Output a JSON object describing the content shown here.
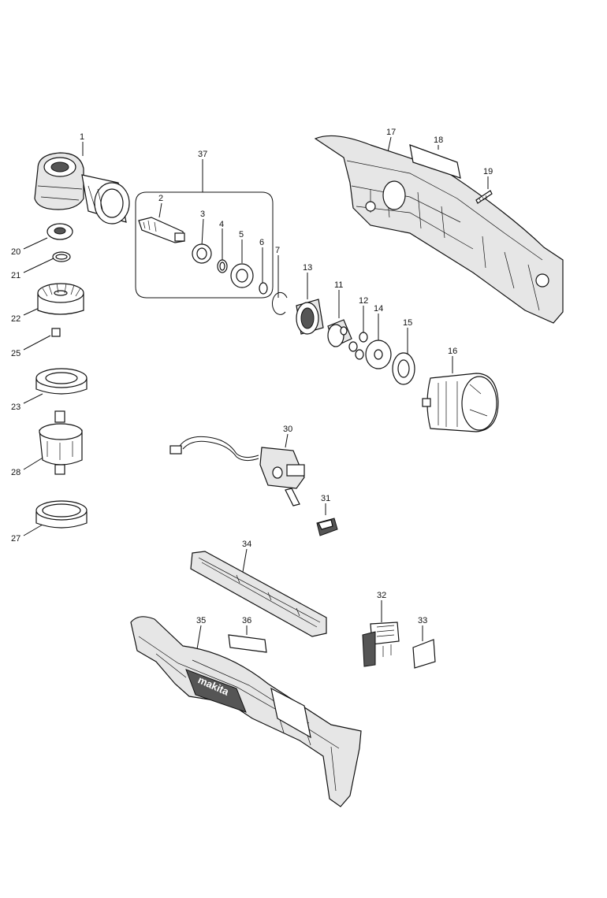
{
  "brand": "makita",
  "parts": [
    {
      "id": "p1",
      "num": "1"
    },
    {
      "id": "p2",
      "num": "2"
    },
    {
      "id": "p3",
      "num": "3"
    },
    {
      "id": "p4",
      "num": "4"
    },
    {
      "id": "p5",
      "num": "5"
    },
    {
      "id": "p6",
      "num": "6"
    },
    {
      "id": "p7",
      "num": "7"
    },
    {
      "id": "p11",
      "num": "11"
    },
    {
      "id": "p12",
      "num": "12"
    },
    {
      "id": "p13",
      "num": "13"
    },
    {
      "id": "p14",
      "num": "14"
    },
    {
      "id": "p15",
      "num": "15"
    },
    {
      "id": "p16",
      "num": "16"
    },
    {
      "id": "p17",
      "num": "17"
    },
    {
      "id": "p18",
      "num": "18"
    },
    {
      "id": "p19",
      "num": "19"
    },
    {
      "id": "p20",
      "num": "20"
    },
    {
      "id": "p21",
      "num": "21"
    },
    {
      "id": "p22",
      "num": "22"
    },
    {
      "id": "p23",
      "num": "23"
    },
    {
      "id": "p25",
      "num": "25"
    },
    {
      "id": "p27",
      "num": "27"
    },
    {
      "id": "p28",
      "num": "28"
    },
    {
      "id": "p30",
      "num": "30"
    },
    {
      "id": "p31",
      "num": "31"
    },
    {
      "id": "p32",
      "num": "32"
    },
    {
      "id": "p33",
      "num": "33"
    },
    {
      "id": "p34",
      "num": "34"
    },
    {
      "id": "p35",
      "num": "35"
    },
    {
      "id": "p36",
      "num": "36"
    },
    {
      "id": "p37",
      "num": "37"
    }
  ]
}
